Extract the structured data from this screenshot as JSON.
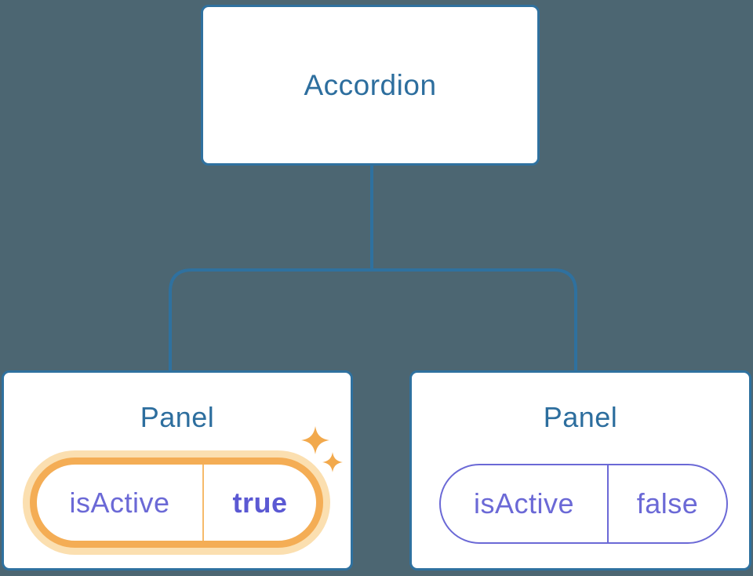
{
  "diagram": {
    "root_label": "Accordion",
    "panels": [
      {
        "title": "Panel",
        "prop_name": "isActive",
        "prop_value": "true",
        "state": "active"
      },
      {
        "title": "Panel",
        "prop_name": "isActive",
        "prop_value": "false",
        "state": "inactive"
      }
    ],
    "icons": [
      {
        "name": "sparkles-icon",
        "glyph": "four-point-star"
      }
    ],
    "colors": {
      "background": "#4C6672",
      "connector_blue": "#2F719F",
      "node_fill": "#FFFFFF",
      "node_text_blue": "#2D6E9E",
      "prop_purple": "#6B69D6",
      "prop_value_active_purple": "#5B59D3",
      "active_ring_orange": "#F4AD55",
      "active_glow_orange": "#FBDFB0",
      "active_divider_orange": "#F6BA6A",
      "sparkle_orange": "#F2A94C"
    }
  }
}
